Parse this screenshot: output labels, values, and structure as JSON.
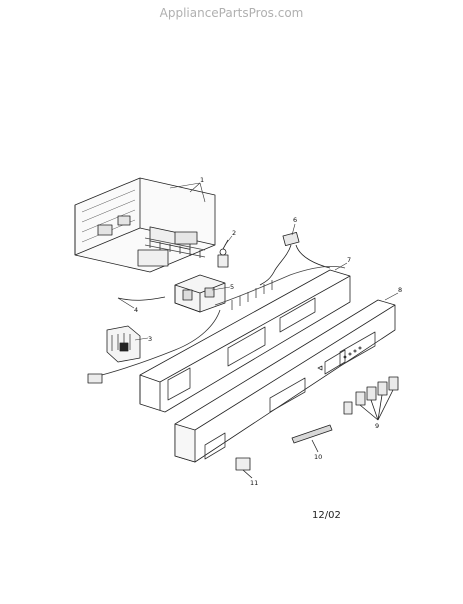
{
  "watermark": "AppliancePartsPros.com",
  "date_code": "12/02",
  "callouts": [
    "1",
    "2",
    "3",
    "4",
    "5",
    "6",
    "7",
    "8",
    "9",
    "10",
    "11"
  ]
}
